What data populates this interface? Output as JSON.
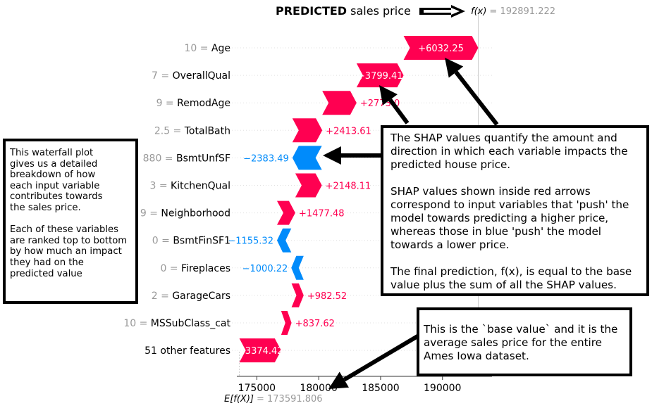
{
  "chart_data": {
    "type": "waterfall",
    "title_bold": "PREDICTED",
    "title_rest": " sales price",
    "fx_label": "f(x)",
    "fx_value": "= 192891.222",
    "base_label": "E[f(X)]",
    "base_value_text": "= 173591.806",
    "base_value": 173591.806,
    "prediction": 192891.222,
    "xlim": [
      173500,
      194000
    ],
    "xticks": [
      {
        "value": 175000,
        "label": "175000"
      },
      {
        "value": 180000,
        "label": "180000"
      },
      {
        "value": 185000,
        "label": "185000"
      },
      {
        "value": 190000,
        "label": "190000"
      }
    ],
    "features": [
      {
        "value_text": "10",
        "name": "Age",
        "shap": 6032.25,
        "label": "+6032.25"
      },
      {
        "value_text": "7",
        "name": "OverallQual",
        "shap": 3799.41,
        "label": "+3799.41"
      },
      {
        "value_text": "9",
        "name": "RemodAge",
        "shap": 2773.0,
        "label": "+2773.0"
      },
      {
        "value_text": "2.5",
        "name": "TotalBath",
        "shap": 2413.61,
        "label": "+2413.61"
      },
      {
        "value_text": "880",
        "name": "BsmtUnfSF",
        "shap": -2383.49,
        "label": "−2383.49"
      },
      {
        "value_text": "3",
        "name": "KitchenQual",
        "shap": 2148.11,
        "label": "+2148.11"
      },
      {
        "value_text": "9",
        "name": "Neighborhood",
        "shap": 1477.48,
        "label": "+1477.48"
      },
      {
        "value_text": "0",
        "name": "BsmtFinSF1",
        "shap": -1155.32,
        "label": "−1155.32"
      },
      {
        "value_text": "0",
        "name": "Fireplaces",
        "shap": -1000.22,
        "label": "−1000.22"
      },
      {
        "value_text": "2",
        "name": "GarageCars",
        "shap": 982.52,
        "label": "+982.52"
      },
      {
        "value_text": "10",
        "name": "MSSubClass_cat",
        "shap": 837.62,
        "label": "+837.62"
      },
      {
        "value_text": "",
        "name": "51 other features",
        "shap": 3374.42,
        "label": "+3374.42"
      }
    ],
    "colors": {
      "positive": "#ff0051",
      "negative": "#008bfb",
      "value_gray": "#999999",
      "grid": "#cccccc"
    }
  },
  "annotations": {
    "left": "This waterfall plot\ngives us a detailed\nbreakdown of how\neach input variable\ncontributes towards\nthe sales price.\n\nEach of these variables\nare ranked top to bottom\nby how much an impact\nthey had on the\npredicted value",
    "right": "The SHAP values quantify the amount and\ndirection in which each variable impacts the\npredicted house price.\n\nSHAP values shown inside red arrows\ncorrespond to input variables that 'push' the\nmodel towards predicting a higher price,\nwhereas those in blue 'push' the model\ntowards a lower price.\n\nThe final prediction, f(x), is equal to the base\nvalue plus the sum of all the SHAP values.",
    "bottom": "This is the `base value` and it is the\naverage sales price for the entire\nAmes Iowa dataset."
  }
}
